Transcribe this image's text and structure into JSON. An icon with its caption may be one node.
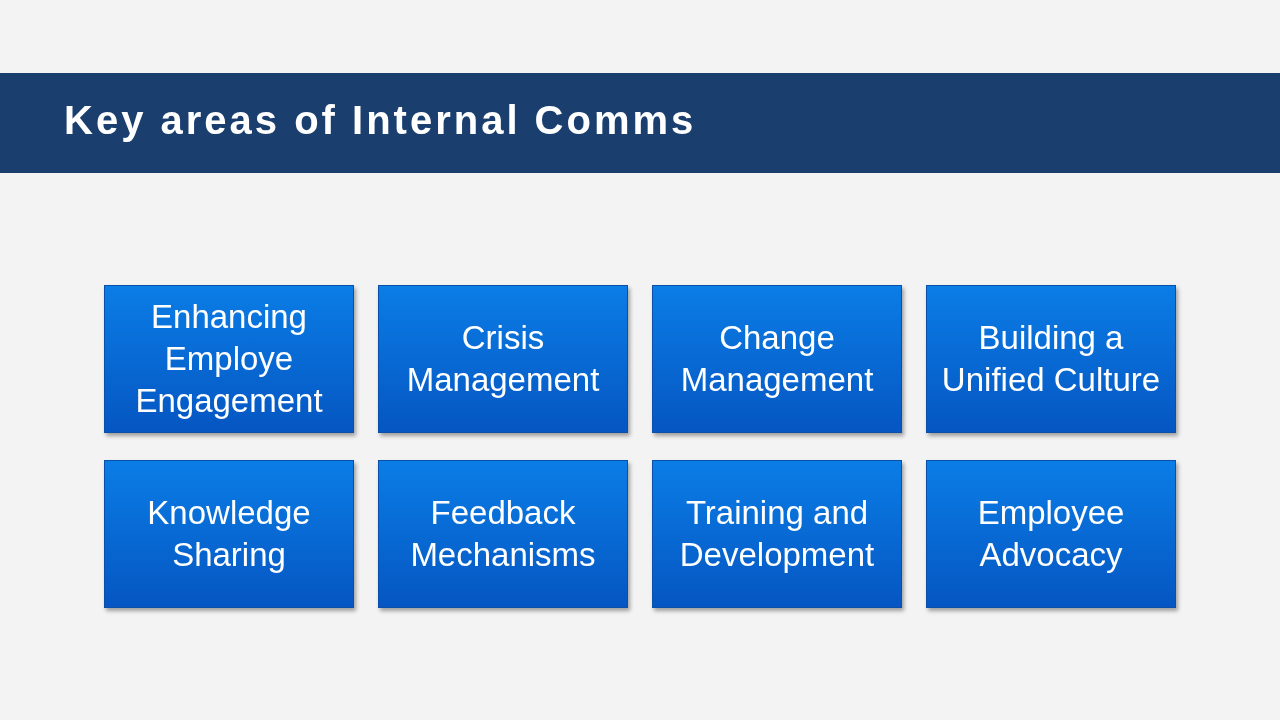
{
  "diagram": {
    "title": "Key areas of Internal Comms",
    "nodes": [
      {
        "text": [
          "Enhancing Employe Engagement"
        ]
      },
      {
        "text": [
          "Crisis Management"
        ]
      },
      {
        "text": [
          "Change Management"
        ]
      },
      {
        "text": [
          "Building a Unified Culture"
        ]
      },
      {
        "text": [
          "Knowledge Sharing"
        ]
      },
      {
        "text": [
          "Feedback Mechanisms"
        ]
      },
      {
        "text": [
          "Training and Development"
        ]
      },
      {
        "text": [
          "Employee Advocacy"
        ]
      }
    ]
  }
}
